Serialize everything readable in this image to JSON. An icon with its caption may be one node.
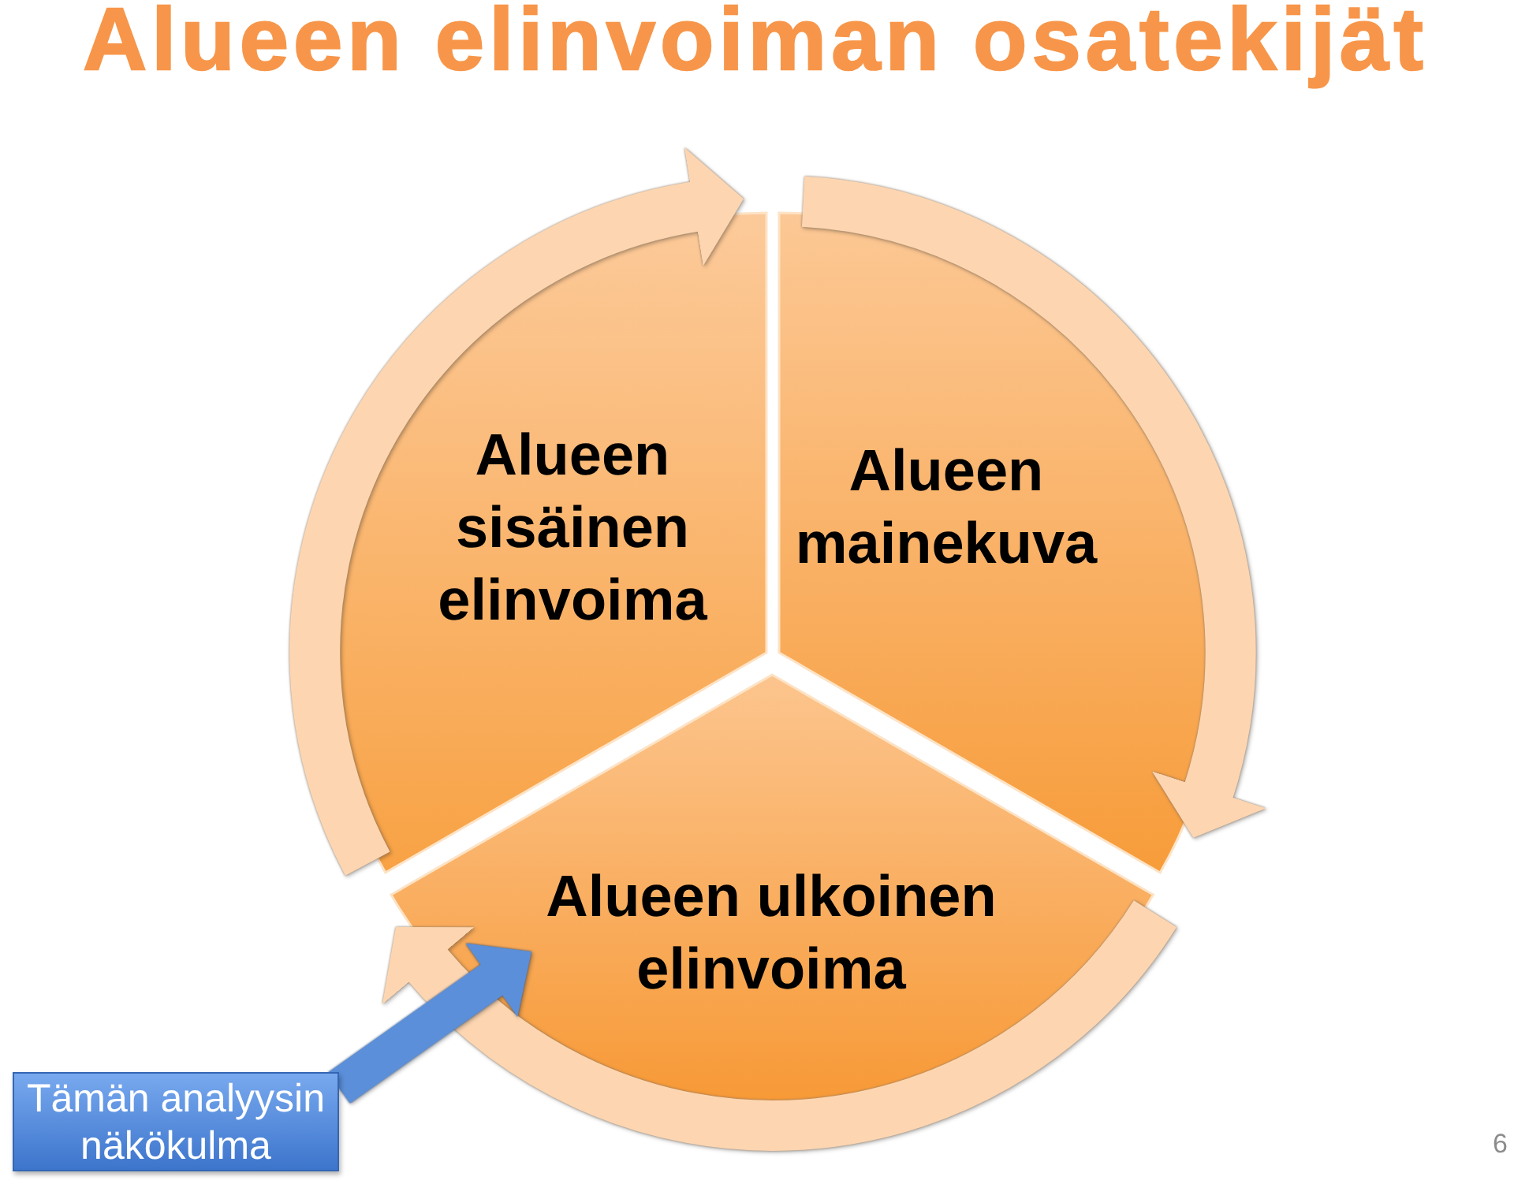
{
  "diagram": {
    "title": "Alueen elinvoiman osatekijät",
    "nodes": [
      {
        "text": [
          "Alueen sisäinen elinvoima"
        ]
      },
      {
        "text": [
          "Alueen mainekuva"
        ]
      },
      {
        "text": [
          "Alueen ulkoinen elinvoima"
        ]
      },
      {
        "text": [
          "Tämän analyysin näkökulma"
        ]
      }
    ],
    "edges": [
      {
        "from": 0,
        "to": 1,
        "arrow": "to"
      },
      {
        "from": 1,
        "to": 2,
        "arrow": "to"
      },
      {
        "from": 2,
        "to": 0,
        "arrow": "to"
      },
      {
        "from": 3,
        "to": 2,
        "arrow": "to",
        "color": "#5b8fd9"
      }
    ],
    "labels": [
      "6"
    ]
  }
}
